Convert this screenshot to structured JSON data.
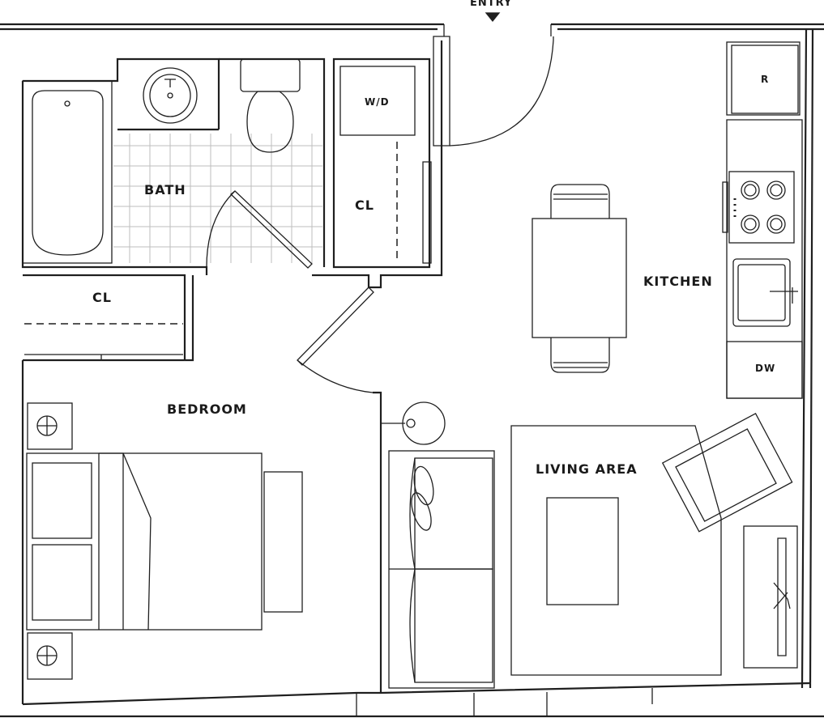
{
  "labels": {
    "entry": "ENTRY",
    "bath": "BATH",
    "wd": "W/D",
    "cl_upper": "CL",
    "cl_lower": "CL",
    "bedroom": "BEDROOM",
    "kitchen": "KITCHEN",
    "living": "LIVING AREA",
    "refrigerator": "R",
    "dishwasher": "DW"
  }
}
